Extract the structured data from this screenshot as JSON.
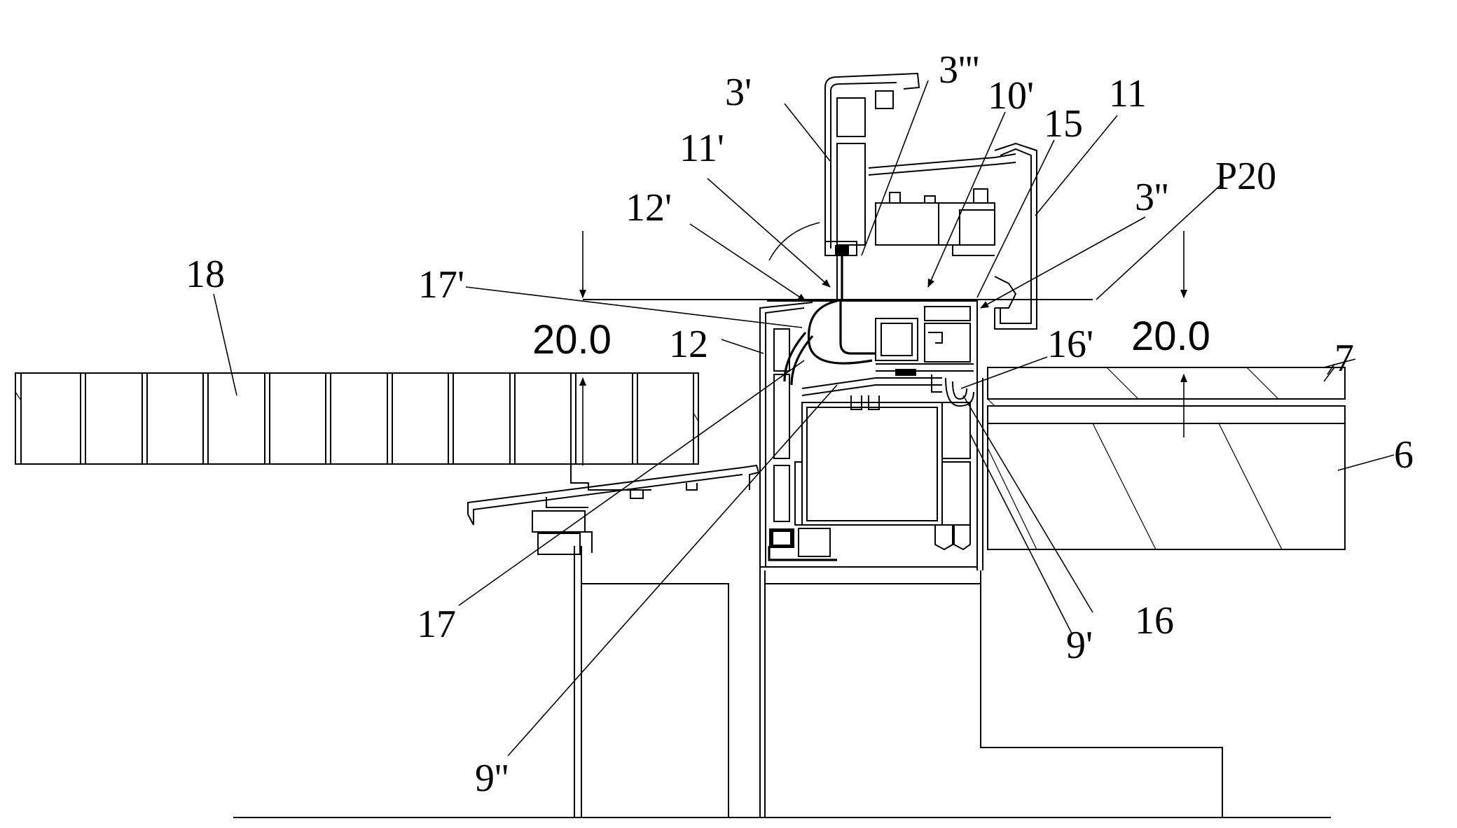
{
  "reference_labels": {
    "r3p": "3'",
    "r3ppp": "3'''",
    "r10p": "10'",
    "r15": "15",
    "r11": "11",
    "r11p": "11'",
    "r12p": "12'",
    "r3pp": "3''",
    "rP20": "P20",
    "r18": "18",
    "r17p": "17'",
    "r12": "12",
    "r16p": "16'",
    "r7": "7",
    "r6": "6",
    "r17": "17",
    "r9pp": "9''",
    "r9p": "9'",
    "r16": "16"
  },
  "dimensions": {
    "left": "20.0",
    "right": "20.0"
  }
}
